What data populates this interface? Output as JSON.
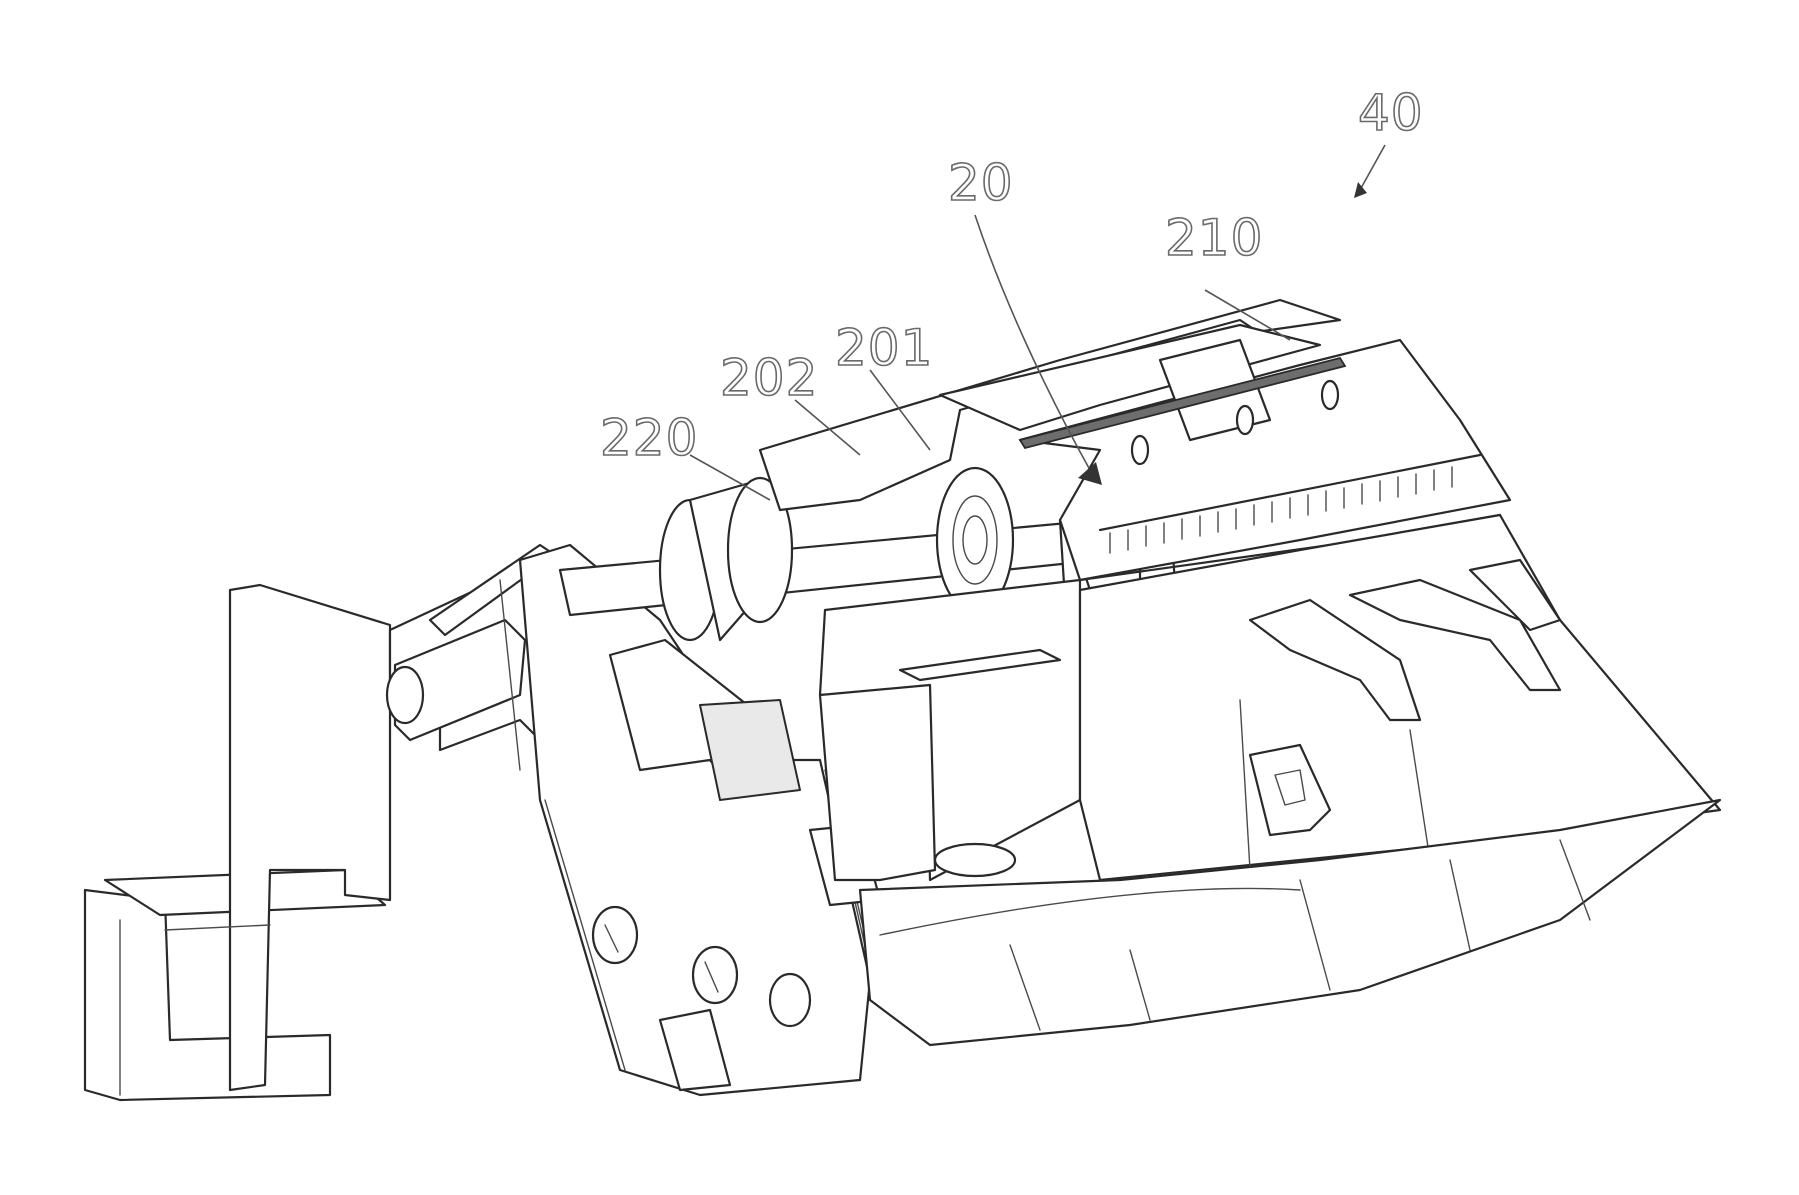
{
  "figure": {
    "labels": {
      "ref_40": "40",
      "ref_20": "20",
      "ref_210": "210",
      "ref_201": "201",
      "ref_202": "202",
      "ref_220": "220"
    }
  }
}
